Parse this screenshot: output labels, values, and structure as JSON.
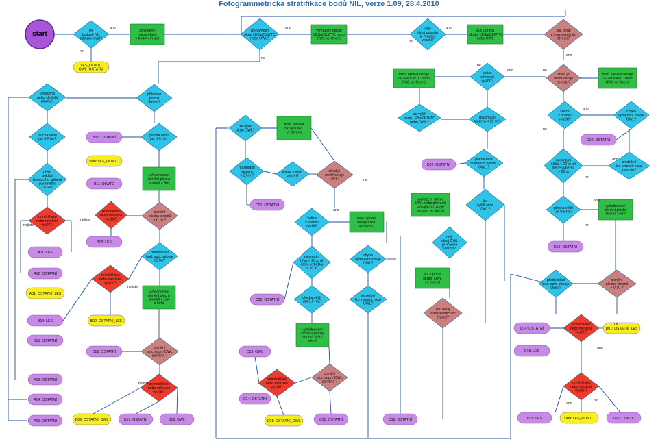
{
  "title": "Fotogrammetrická stratifikace bodů NIL, verze 1.09, 28.4.2010",
  "colors": {
    "diamond_blue": "#2fc3e8",
    "diamond_red": "#ef3b2c",
    "diamond_rose": "#cd7f7f",
    "process_green": "#2fbf46",
    "terminal_purple": "#c78ae6",
    "terminal_yellow": "#f6ee1f",
    "start_purple": "#a855d8",
    "line": "#1f4fa0"
  },
  "nodes": [
    {
      "id": "start",
      "shape": "circle",
      "color": "start_purple",
      "label": "start"
    },
    {
      "id": "d1",
      "shape": "diamond",
      "color": "diamond_blue",
      "label": "lze\nbodově NIL\ninterpretovat?"
    },
    {
      "id": "p1",
      "shape": "rect",
      "color": "process_green",
      "label": "provedení\ninterpretace\nv bodovém poli"
    },
    {
      "id": "t1",
      "shape": "pill",
      "color": "terminal_yellow",
      "label": "LES_OLWTC\nOWL_OSTATNÍ"
    },
    {
      "id": "d2",
      "shape": "diamond",
      "color": "diamond_blue",
      "label": "lze vymezit\nokraj LESa/OLWTC\nnebo OWL?"
    },
    {
      "id": "p2",
      "shape": "rect",
      "color": "process_green",
      "label": "vymezení okraje\nLESa/OLWTC nebo\nOWL ve čtverci"
    },
    {
      "id": "d3",
      "shape": "diamond",
      "color": "diamond_blue",
      "label": "celý\nokraj porostu\nje hranice\nvyužití?"
    },
    {
      "id": "p3",
      "shape": "rect",
      "color": "process_green",
      "label": "aut. úprava\nokraje LESa/OLWTC\nnebo OWL"
    },
    {
      "id": "d4",
      "shape": "diamond",
      "color": "diamond_rose",
      "label": "spr. okraj\nv interpretačním\nčtverci?"
    },
    {
      "id": "p4",
      "shape": "rect",
      "color": "process_green",
      "label": "man. úprava okraje\nLESa/OLWTC nebo\nOWL ve čtverci"
    },
    {
      "id": "d5",
      "shape": "diamond",
      "color": "diamond_blue",
      "label": "kolize\ns hranicí\nvyužití?"
    },
    {
      "id": "d6",
      "shape": "diamond",
      "color": "diamond_rose",
      "label": "střed je\nuvnitř okraje\nporostu?"
    },
    {
      "id": "p5",
      "shape": "rect",
      "color": "process_green",
      "label": "man. úprava okraje\nLESa/OLWTC nebo\nOWL ve čtverci"
    },
    {
      "id": "d7",
      "shape": "diamond",
      "color": "diamond_blue",
      "label": "lze vyšlít\nokraj LESa/OLWTC\nnebo OWL?"
    },
    {
      "id": "d8",
      "shape": "diamond",
      "color": "diamond_blue",
      "label": "maximální\nmezera < 20 m ?"
    },
    {
      "id": "d9",
      "shape": "diamond",
      "color": "diamond_blue",
      "label": "kolize\ns hranicí\nvyužití?"
    },
    {
      "id": "d10",
      "shape": "diamond",
      "color": "diamond_blue",
      "label": "chyba\nvymezení okraje\nOWL?"
    },
    {
      "id": "t2",
      "shape": "pill",
      "color": "terminal_purple",
      "label": "D10: OSTATNÍ"
    },
    {
      "id": "d11",
      "shape": "diamond",
      "color": "diamond_blue",
      "label": "minimální\nšířka < 20 m při\ndélce výběžku\n> 20 m"
    },
    {
      "id": "d12",
      "shape": "diamond",
      "color": "diamond_blue",
      "label": "skutečně\nlze vymezit okraj\nporostu?"
    },
    {
      "id": "d13",
      "shape": "diamond",
      "color": "diamond_blue",
      "label": "plocha větší\njak 0,5 ha?"
    },
    {
      "id": "p6",
      "shape": "rect",
      "color": "process_green",
      "label": "vyhodnocení\nclonění plochy\nstromů > 5m"
    },
    {
      "id": "t3",
      "shape": "pill",
      "color": "terminal_purple",
      "label": "D13: OSTATNÍ"
    },
    {
      "id": "d14",
      "shape": "diamond",
      "color": "diamond_blue",
      "label": "předpoklad\nbud. spln. zápoje\nLESa?"
    },
    {
      "id": "d15",
      "shape": "diamond",
      "color": "diamond_rose",
      "label": "clonění\nplocha stromů\n> 0,10 ?"
    },
    {
      "id": "d16",
      "shape": "diamond",
      "color": "diamond_red",
      "label": "zemědělské\nnebo městské\nvyužití?"
    },
    {
      "id": "t4",
      "shape": "pill",
      "color": "terminal_purple",
      "label": "D14: OSTATNÍ"
    },
    {
      "id": "t5",
      "shape": "pill",
      "color": "terminal_yellow",
      "label": "D01: OSTATNÍ_LES"
    },
    {
      "id": "t6",
      "shape": "pill",
      "color": "terminal_purple",
      "label": "D15: LES"
    },
    {
      "id": "d17",
      "shape": "diamond",
      "color": "diamond_red",
      "label": "zemědělské\nnebo městské\nvyužití?"
    },
    {
      "id": "t7",
      "shape": "pill",
      "color": "terminal_purple",
      "label": "D16: LES"
    },
    {
      "id": "t8",
      "shape": "pill",
      "color": "terminal_yellow",
      "label": "D00: LES_OLWTC"
    },
    {
      "id": "t9",
      "shape": "pill",
      "color": "terminal_purple",
      "label": "D17: OLWTC"
    },
    {
      "id": "d18",
      "shape": "diamond",
      "color": "diamond_blue",
      "label": "pokračovat\nověřením param.\nOWL ?"
    },
    {
      "id": "t10",
      "shape": "pill",
      "color": "terminal_purple",
      "label": "D02: OSTATNÍ"
    },
    {
      "id": "d19",
      "shape": "diamond",
      "color": "diamond_blue",
      "label": "lze\nvyšlít okraj\nOWL?"
    },
    {
      "id": "p7",
      "shape": "rect",
      "color": "process_green",
      "label": "vymezení okraje\nOWL nebo převzetí\nstávajícího okraje\nporostu ve čtverci"
    },
    {
      "id": "d20",
      "shape": "diamond",
      "color": "diamond_blue",
      "label": "celý\nokraj OWL\nje hranice\nvyužití?"
    },
    {
      "id": "p8",
      "shape": "rect",
      "color": "process_green",
      "label": "aut. úprava\nokraje OWL\nve čtverci"
    },
    {
      "id": "d21",
      "shape": "diamond",
      "color": "diamond_rose",
      "label": "spr. okraj\nv interpretačním\nčtverci?"
    },
    {
      "id": "d22",
      "shape": "diamond",
      "color": "diamond_blue",
      "label": "přítomen\nporost\ndřevin?"
    },
    {
      "id": "d23",
      "shape": "diamond",
      "color": "diamond_blue",
      "label": "plocha větší\njak 0,5 ha?"
    },
    {
      "id": "t11",
      "shape": "pill",
      "color": "terminal_purple",
      "label": "B01: OSTATNÍ"
    },
    {
      "id": "p9",
      "shape": "rect",
      "color": "process_green",
      "label": "vyhodnocení\nclonění plochy\nstromů > 5m"
    },
    {
      "id": "d24",
      "shape": "diamond",
      "color": "diamond_rose",
      "label": "clonění\nplocha stromů\n> 0,10 ?"
    },
    {
      "id": "t12",
      "shape": "pill",
      "color": "terminal_yellow",
      "label": "B00: LES_OLWTC"
    },
    {
      "id": "t13",
      "shape": "pill",
      "color": "terminal_purple",
      "label": "B11: OLWTC"
    },
    {
      "id": "d25",
      "shape": "diamond",
      "color": "diamond_red",
      "label": "zemědělské\nnebo městské\nvyužití?"
    },
    {
      "id": "t14",
      "shape": "pill",
      "color": "terminal_purple",
      "label": "B13: LES"
    },
    {
      "id": "d26",
      "shape": "diamond",
      "color": "diamond_blue",
      "label": "předpoklad\nbud. spln. zápoje\nLESa?"
    },
    {
      "id": "d27",
      "shape": "diamond",
      "color": "diamond_red",
      "label": "zemědělské\nnebo městské\nvyužití?"
    },
    {
      "id": "p10",
      "shape": "rect",
      "color": "process_green",
      "label": "vyhodnocení\nclonění plochy\nstromů > 5m\na keřů"
    },
    {
      "id": "t15",
      "shape": "pill",
      "color": "terminal_purple",
      "label": "B14: LES"
    },
    {
      "id": "t16",
      "shape": "pill",
      "color": "terminal_yellow",
      "label": "B02: OSTATNÍ_LES"
    },
    {
      "id": "t17",
      "shape": "pill",
      "color": "terminal_purple",
      "label": "B15: OSTATNÍ"
    },
    {
      "id": "t18",
      "shape": "pill",
      "color": "terminal_purple",
      "label": "B16: OSTATNÍ"
    },
    {
      "id": "d28",
      "shape": "diamond",
      "color": "diamond_rose",
      "label": "clonění\nplocha pro OWL\nsplněna ?"
    },
    {
      "id": "d29",
      "shape": "diamond",
      "color": "diamond_red",
      "label": "zemědělské\nnebo městské\nvyužití?"
    },
    {
      "id": "t19",
      "shape": "pill",
      "color": "terminal_yellow",
      "label": "B09: OSTATNÍ_OWL"
    },
    {
      "id": "t20",
      "shape": "pill",
      "color": "terminal_purple",
      "label": "B17: OSTATNÍ"
    },
    {
      "id": "t21",
      "shape": "pill",
      "color": "terminal_purple",
      "label": "B18: OWL"
    },
    {
      "id": "d30",
      "shape": "diamond",
      "color": "diamond_blue",
      "label": "vykácená\nnebo shořelá\nplocha?"
    },
    {
      "id": "d31",
      "shape": "diamond",
      "color": "diamond_blue",
      "label": "plocha větší\njak 0,5 ha?"
    },
    {
      "id": "d32",
      "shape": "diamond",
      "color": "diamond_blue",
      "label": "před-\npoklad\nbudoucího splnění\nparametrů\nLESa?"
    },
    {
      "id": "d33",
      "shape": "diamond",
      "color": "diamond_red",
      "label": "zemědělské\nnebo městské\nvyužití?"
    },
    {
      "id": "t22",
      "shape": "pill",
      "color": "terminal_purple",
      "label": "A11: LES"
    },
    {
      "id": "t23",
      "shape": "pill",
      "color": "terminal_purple",
      "label": "A12: OSTATNÍ"
    },
    {
      "id": "t24",
      "shape": "pill",
      "color": "terminal_yellow",
      "label": "A01: OSTATNÍ_LES"
    },
    {
      "id": "t25",
      "shape": "pill",
      "color": "terminal_purple",
      "label": "A13: OSTATNÍ"
    },
    {
      "id": "t26",
      "shape": "pill",
      "color": "terminal_purple",
      "label": "A14: OSTATNÍ"
    },
    {
      "id": "t27",
      "shape": "pill",
      "color": "terminal_purple",
      "label": "A15: OSTATNÍ"
    },
    {
      "id": "d34",
      "shape": "diamond",
      "color": "diamond_blue",
      "label": "lze vyšlít\nokraj OWL?"
    },
    {
      "id": "p11",
      "shape": "rect",
      "color": "process_green",
      "label": "man. úprava\nokraje OWL\nve čtverci"
    },
    {
      "id": "d35",
      "shape": "diamond",
      "color": "diamond_blue",
      "label": "kolize s hran.\nvyužití?"
    },
    {
      "id": "d36",
      "shape": "diamond",
      "color": "diamond_rose",
      "label": "střed je\nuvnitř okraje\nOWL?"
    },
    {
      "id": "d37",
      "shape": "diamond",
      "color": "diamond_blue",
      "label": "maximální\nmezera\n< 20 m ?"
    },
    {
      "id": "t28",
      "shape": "pill",
      "color": "terminal_purple",
      "label": "C01: OSTATNÍ"
    },
    {
      "id": "d38",
      "shape": "diamond",
      "color": "diamond_blue",
      "label": "kolize\ns hranicí\nvyužití?"
    },
    {
      "id": "p12",
      "shape": "rect",
      "color": "process_green",
      "label": "man. úprava\nokraje OWL\nve čtverci"
    },
    {
      "id": "d39",
      "shape": "diamond",
      "color": "diamond_blue",
      "label": "minimální\nšířka < 20 m při\ndélce výběžku\n> 20 m"
    },
    {
      "id": "d40",
      "shape": "diamond",
      "color": "diamond_blue",
      "label": "chyba\nvymezení okraje\nOWL?"
    },
    {
      "id": "t29",
      "shape": "pill",
      "color": "terminal_purple",
      "label": "C02: OSTATNÍ"
    },
    {
      "id": "d41",
      "shape": "diamond",
      "color": "diamond_blue",
      "label": "plocha větší\njak 0,5 ha?"
    },
    {
      "id": "d42",
      "shape": "diamond",
      "color": "diamond_blue",
      "label": "skutečně\nlze vymezit okraj\nOWL?"
    },
    {
      "id": "p13",
      "shape": "rect",
      "color": "process_green",
      "label": "vyhodnocení\nclonění plochy\nstromů > 5m\na keřů"
    },
    {
      "id": "t30",
      "shape": "pill",
      "color": "terminal_purple",
      "label": "C13: OWL"
    },
    {
      "id": "d43",
      "shape": "diamond",
      "color": "diamond_rose",
      "label": "clonění\nplocha pro OWL\nsplněna ?"
    },
    {
      "id": "d44",
      "shape": "diamond",
      "color": "diamond_red",
      "label": "zemědělské\nnebo městské\nvyužití?"
    },
    {
      "id": "t31",
      "shape": "pill",
      "color": "terminal_purple",
      "label": "C14: OSTATNÍ"
    },
    {
      "id": "t32",
      "shape": "pill",
      "color": "terminal_yellow",
      "label": "C01: OSTATNÍ_OWL"
    },
    {
      "id": "t33",
      "shape": "pill",
      "color": "terminal_purple",
      "label": "C15: OSTATNÍ"
    },
    {
      "id": "t34",
      "shape": "pill",
      "color": "terminal_purple",
      "label": "C16: OSTATNÍ"
    }
  ],
  "edge_labels": [
    "ano",
    "ne",
    "ano",
    "ne",
    "ano",
    "ne",
    "ne",
    "ano",
    "ne",
    "ano",
    "ano",
    "ne",
    "ano",
    "ne",
    "ano",
    "ne",
    "ne",
    "ano",
    "ne",
    "ano",
    "nejiste",
    "nejiste",
    "nejiste",
    "nejiste",
    "ano",
    "ne"
  ]
}
